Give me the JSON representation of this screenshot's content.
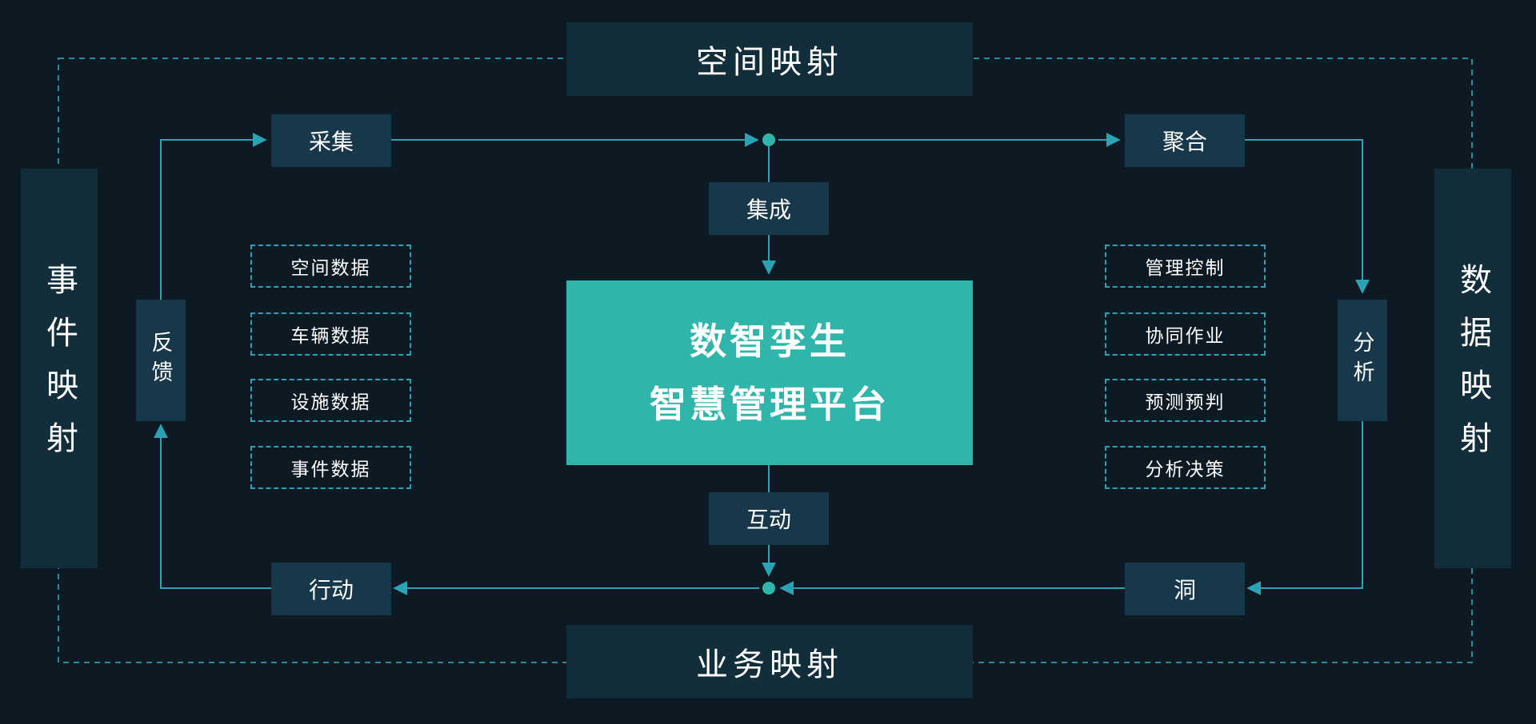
{
  "mappings": {
    "top": "空间映射",
    "bottom": "业务映射",
    "left": "事件映射",
    "right": "数据映射"
  },
  "center": {
    "line1": "数智孪生",
    "line2": "智慧管理平台"
  },
  "nodes": {
    "collect": "采集",
    "aggregate": "聚合",
    "integrate": "集成",
    "interact": "互动",
    "action": "行动",
    "insight": "洞",
    "feedback": "反馈",
    "analysis": "分析"
  },
  "left_items": [
    "空间数据",
    "车辆数据",
    "设施数据",
    "事件数据"
  ],
  "right_items": [
    "管理控制",
    "协同作业",
    "预测预判",
    "分析决策"
  ],
  "colors": {
    "background": "#0d1a23",
    "panel": "#17384a",
    "panel_dark": "#132e3b",
    "accent": "#2fb5a9",
    "line": "#2ba3b4"
  }
}
